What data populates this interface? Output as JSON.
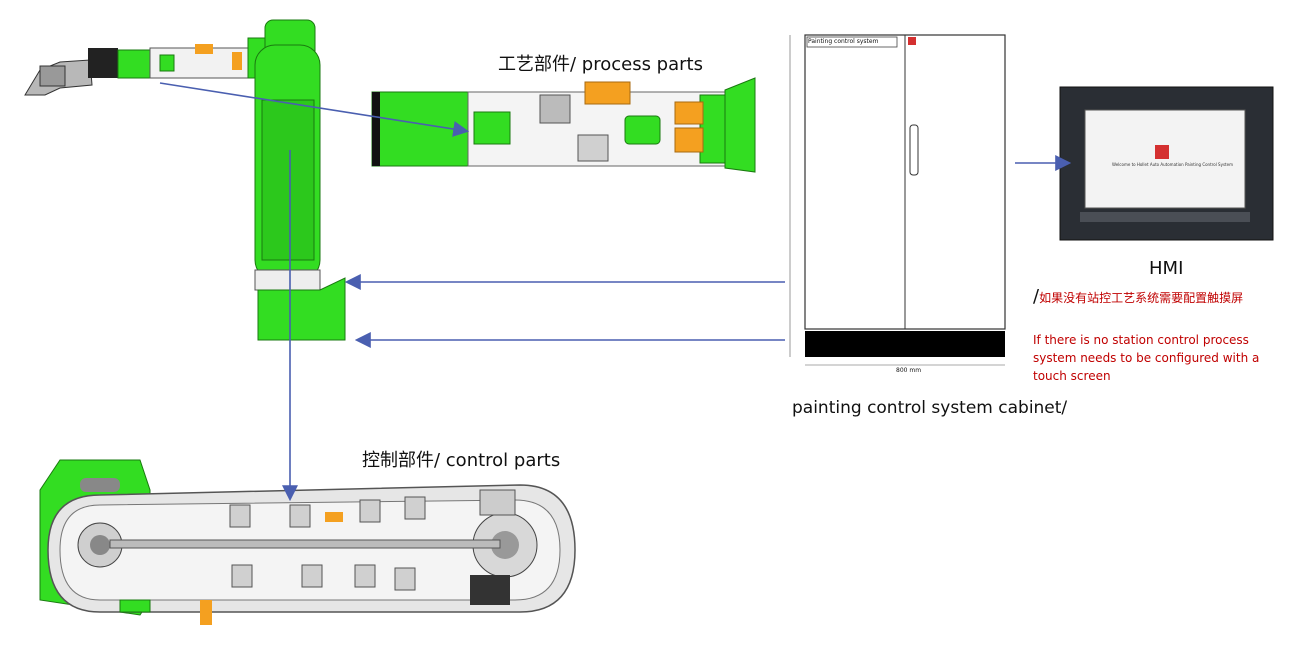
{
  "labels": {
    "process_parts": "工艺部件/ process parts",
    "control_parts": "控制部件/  control parts",
    "cabinet": "painting control system cabinet/",
    "hmi": "HMI",
    "hmi_slash": "/",
    "hmi_note_cn": "如果没有站控工艺系统需要配置触摸屏",
    "hmi_note_en": "If there is no station control process system needs to be configured with a touch screen"
  },
  "cabinet": {
    "title": "Painting control system",
    "logo_text": "",
    "width_label": "800 mm"
  },
  "hmi_screen": {
    "welcome": "Welcome to Hollet Auto Automation Painting Control System"
  },
  "colors": {
    "robot_green": "#33dd22",
    "component_orange": "#f4a020",
    "arrow_blue": "#4a5fb0",
    "note_red": "#c00000"
  }
}
